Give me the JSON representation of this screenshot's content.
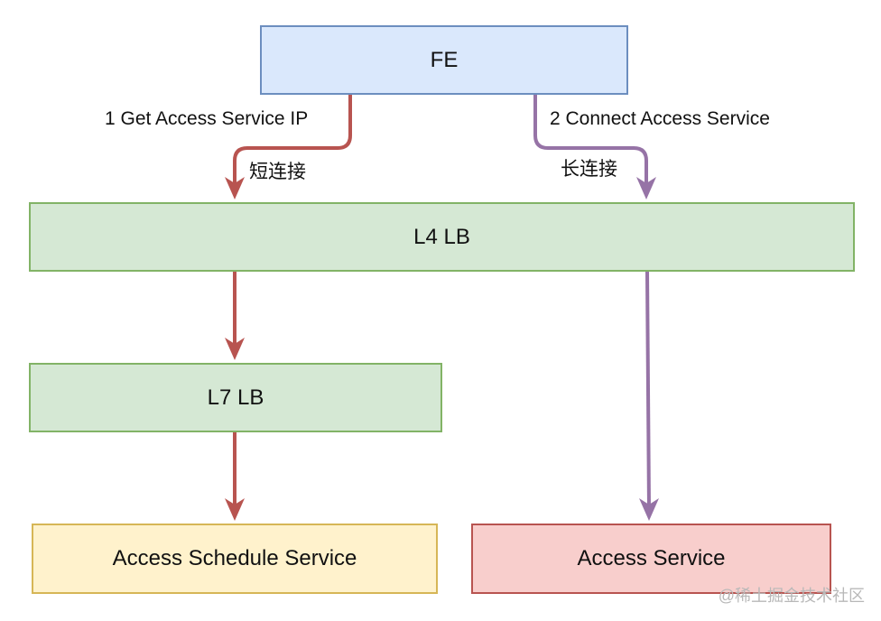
{
  "nodes": {
    "fe": "FE",
    "l4": "L4 LB",
    "l7": "L7 LB",
    "schedule": "Access Schedule Service",
    "access": "Access Service"
  },
  "edges": {
    "get_ip": "1 Get Access Service IP",
    "short_conn": "短连接",
    "connect": "2 Connect Access Service",
    "long_conn": "长连接"
  },
  "colors": {
    "red_path": "#b85450",
    "purple_path": "#9673a6"
  },
  "watermark": "@稀土掘金技术社区"
}
